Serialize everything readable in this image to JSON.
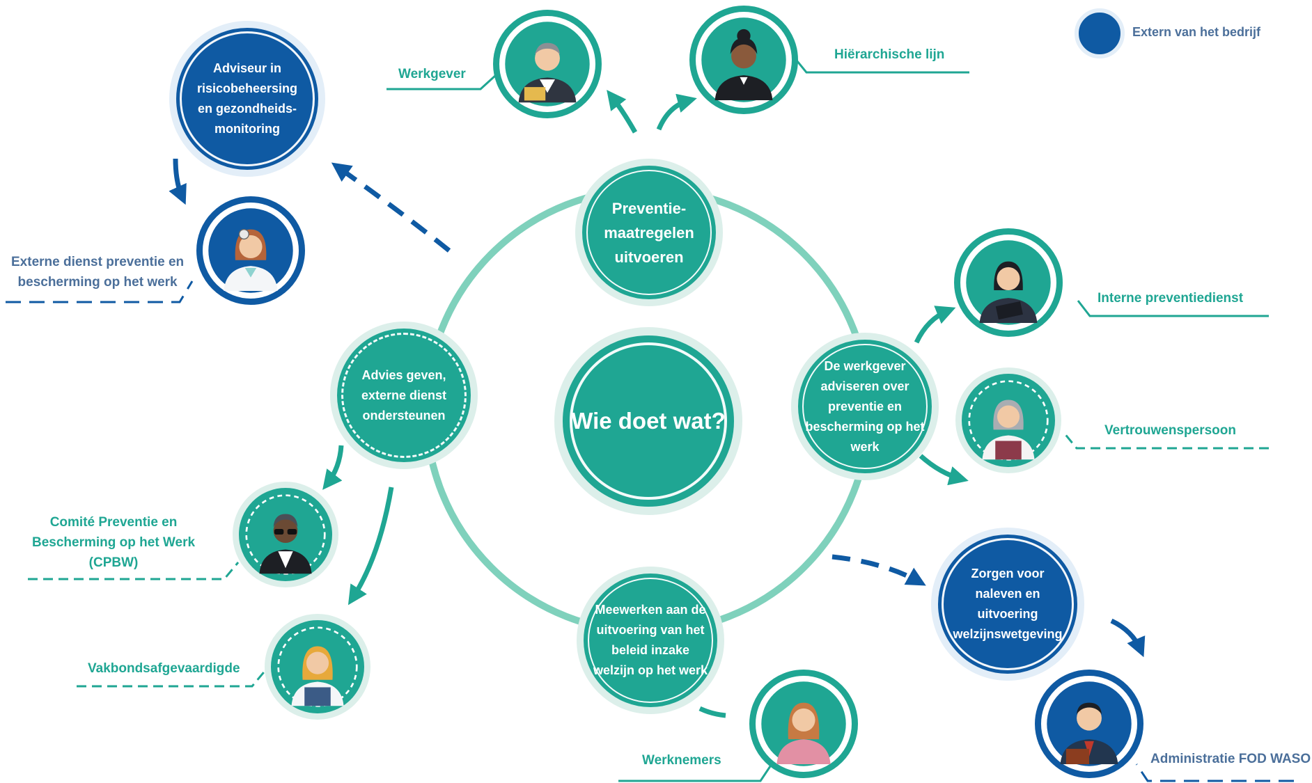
{
  "legend": {
    "label": "Extern van het bedrijf",
    "color": "#0f5aa3"
  },
  "center": {
    "title": "Wie doet wat?"
  },
  "roles": {
    "preventie": [
      "Preventie-",
      "maatregelen",
      "uitvoeren"
    ],
    "adviseren": [
      "De werkgever",
      "adviseren over",
      "preventie en",
      "bescherming op het",
      "werk"
    ],
    "meewerken": [
      "Meewerken aan de",
      "uitvoering van het",
      "beleid inzake",
      "welzijn op het werk"
    ],
    "advies": [
      "Advies geven,",
      "externe dienst",
      "ondersteunen"
    ],
    "adviseur": [
      "Adviseur in",
      "risicobeheersing",
      "en gezondheids-",
      "monitoring"
    ],
    "zorgen": [
      "Zorgen voor",
      "naleven en",
      "uitvoering",
      "welzijnswetgeving"
    ]
  },
  "actors": {
    "werkgever": "Werkgever",
    "hierarchische_lijn": "Hiërarchische lijn",
    "interne_dienst": "Interne preventiedienst",
    "vertrouwenspersoon": "Vertrouwenspersoon",
    "werknemers": "Werknemers",
    "administratie": "Administratie FOD WASO",
    "externe_dienst": [
      "Externe dienst preventie en",
      "bescherming op het werk"
    ],
    "comite": [
      "Comité Preventie en",
      "Bescherming op het Werk",
      "(CPBW)"
    ],
    "vakbond": "Vakbondsafgevaardigde"
  },
  "colors": {
    "teal": "#1fa693",
    "blue": "#0f5aa3",
    "ring": "#7fd1bc",
    "blue_text": "#4b6f9a"
  }
}
